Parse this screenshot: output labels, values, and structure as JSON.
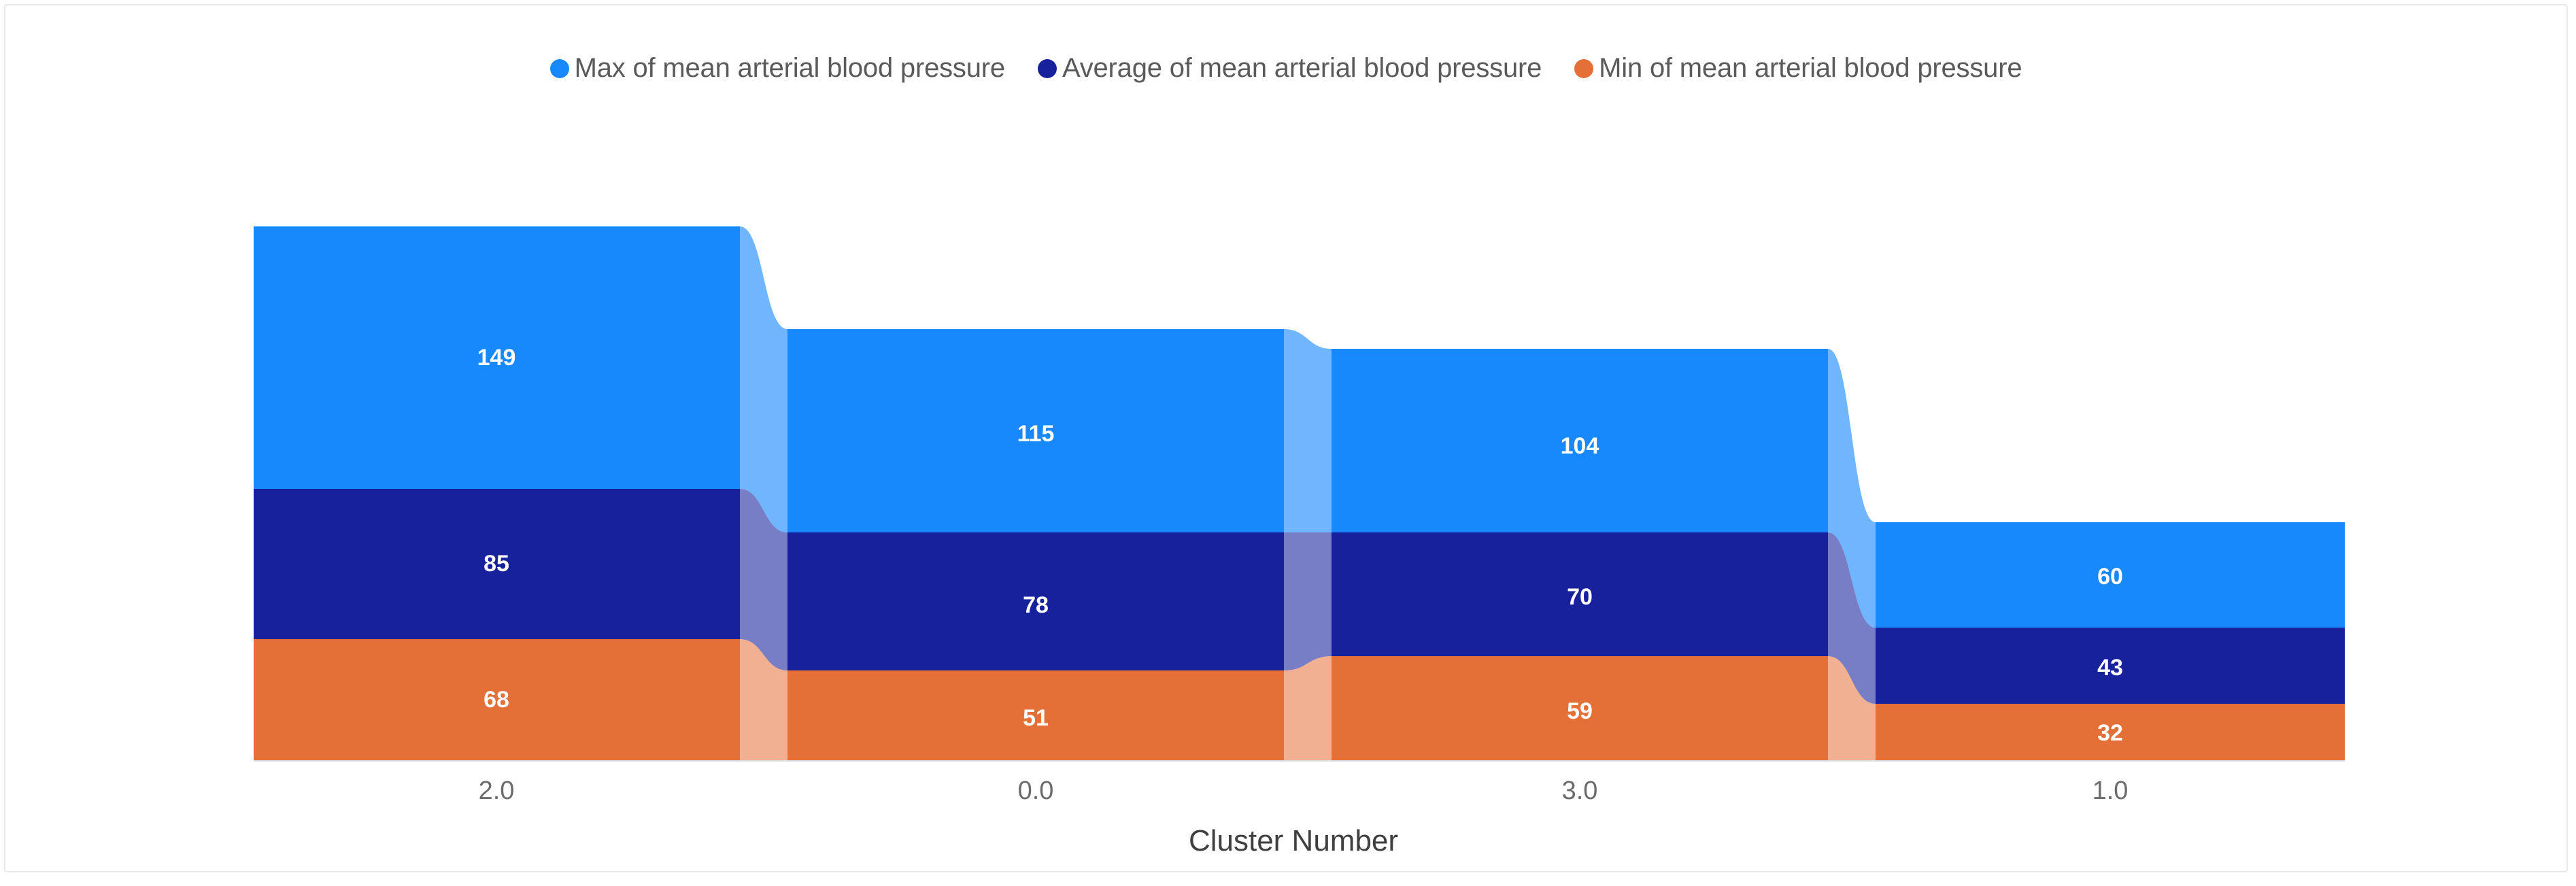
{
  "legend": {
    "position": "top-center",
    "items": [
      {
        "label": "Max of mean arterial blood pressure",
        "color": "#1789fd",
        "icon": "circle-marker-icon"
      },
      {
        "label": "Average of mean arterial blood pressure",
        "color": "#16219b",
        "icon": "circle-marker-icon"
      },
      {
        "label": "Min of mean arterial blood pressure",
        "color": "#e46f37",
        "icon": "circle-marker-icon"
      }
    ]
  },
  "axis": {
    "x_title": "Cluster Number",
    "x_ticks": [
      "2.0",
      "0.0",
      "3.0",
      "1.0"
    ]
  },
  "chart_data": {
    "type": "bar",
    "variant": "stacked-ribbon-bump",
    "title": "",
    "xlabel": "Cluster Number",
    "ylabel": "",
    "grid": false,
    "legend_position": "top-center",
    "categories": [
      "2.0",
      "0.0",
      "3.0",
      "1.0"
    ],
    "series": [
      {
        "name": "Max of mean arterial blood pressure",
        "color": "#1789fd",
        "values": [
          149,
          115,
          104,
          60
        ]
      },
      {
        "name": "Average of mean arterial blood pressure",
        "color": "#16219b",
        "values": [
          85,
          78,
          70,
          43
        ]
      },
      {
        "name": "Min of mean arterial blood pressure",
        "color": "#e46f37",
        "values": [
          68,
          51,
          59,
          32
        ]
      }
    ],
    "stack_totals": [
      302,
      244,
      233,
      135
    ],
    "ylim": [
      0,
      302
    ]
  },
  "labels": {
    "c0": {
      "max": "149",
      "avg": "85",
      "min": "68"
    },
    "c1": {
      "max": "115",
      "avg": "78",
      "min": "51"
    },
    "c2": {
      "max": "104",
      "avg": "70",
      "min": "59"
    },
    "c3": {
      "max": "60",
      "avg": "43",
      "min": "32"
    }
  }
}
